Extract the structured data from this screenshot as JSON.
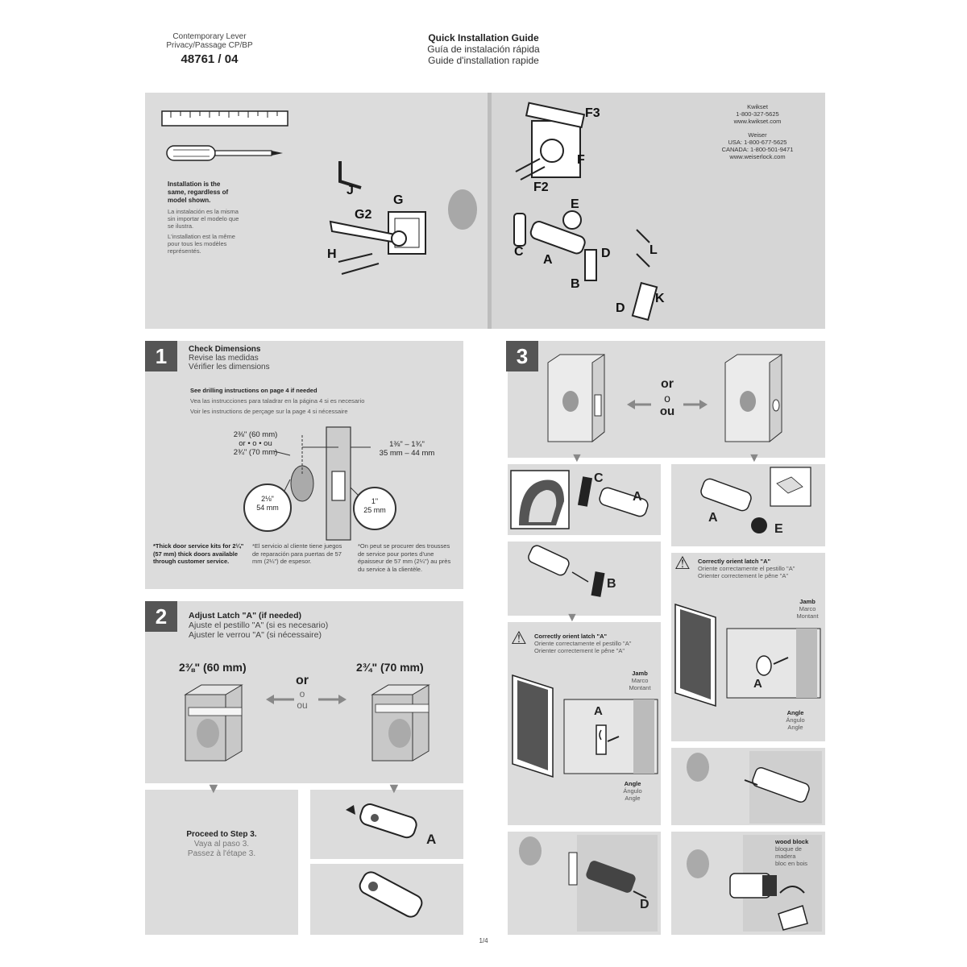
{
  "header": {
    "product_line1": "Contemporary Lever",
    "product_line2": "Privacy/Passage CP/BP",
    "model_number": "48761 / 04",
    "title_en": "Quick Installation Guide",
    "title_es": "Guía de instalación rápida",
    "title_fr": "Guide d'installation rapide"
  },
  "overview": {
    "note_en": "Installation is the same, regardless of model shown.",
    "note_es": "La instalación es la misma sin importar el modelo que se ilustra.",
    "note_fr": "L'installation est la même pour tous les modèles représentés.",
    "part_labels": [
      "J",
      "G",
      "G2",
      "H",
      "F3",
      "F",
      "F2",
      "E",
      "C",
      "A",
      "D",
      "B",
      "L",
      "D",
      "K"
    ],
    "contact_brand1": "Kwikset",
    "contact_phone1": "1-800-327-5625",
    "contact_web1": "www.kwikset.com",
    "contact_brand2": "Weiser",
    "contact_usa": "USA: 1-800-677-5625",
    "contact_canada": "CANADA: 1-800-501-9471",
    "contact_web2": "www.weiserlock.com"
  },
  "step1": {
    "number": "1",
    "title_en": "Check Dimensions",
    "title_es": "Revise las medidas",
    "title_fr": "Vérifier les dimensions",
    "drill_en": "See drilling instructions on page 4 if needed",
    "drill_es": "Vea las instrucciones para taladrar en la página 4 si es necesario",
    "drill_fr": "Voir les instructions de perçage sur la page 4 si nécessaire",
    "backset_a": "2⅜\" (60 mm)",
    "backset_or": "or • o • ou",
    "backset_b": "2¾\" (70 mm)",
    "thickness_in": "1⅜\" – 1¾\"",
    "thickness_mm": "35 mm – 44 mm",
    "bore_in": "2⅛\"",
    "bore_mm": "54 mm",
    "edge_in": "1\"",
    "edge_mm": "25 mm",
    "note_en": "*Thick door service kits for 2¼\" (57 mm) thick doors available through customer service.",
    "note_es": "*El servicio al cliente tiene juegos de reparación para puertas de 57 mm (2¼\") de espesor.",
    "note_fr": "*On peut se procurer des trousses de service pour portes d'une épaisseur de 57 mm (2¼\") au près du service à la clientèle."
  },
  "step2": {
    "number": "2",
    "title_en": "Adjust Latch \"A\" (if needed)",
    "title_es": "Ajuste el pestillo \"A\" (si es necesario)",
    "title_fr": "Ajuster le verrou \"A\" (si nécessaire)",
    "size_left": "2⅜\" (60 mm)",
    "size_right": "2¾\" (70 mm)",
    "or_en": "or",
    "or_es": "o",
    "or_fr": "ou",
    "proceed_en": "Proceed to Step 3.",
    "proceed_es": "Vaya al paso 3.",
    "proceed_fr": "Passez à l'étape 3.",
    "label_a": "A"
  },
  "step3": {
    "number": "3",
    "or_en": "or",
    "or_es": "o",
    "or_fr": "ou",
    "label_c": "C",
    "label_a": "A",
    "label_e": "E",
    "label_b": "B",
    "label_d": "D",
    "orient_en": "Correctly orient latch \"A\"",
    "orient_es": "Oriente correctamente el pestillo \"A\"",
    "orient_fr": "Orienter correctement le pêne \"A\"",
    "jamb_en": "Jamb",
    "jamb_es": "Marco",
    "jamb_fr": "Montant",
    "angle_en": "Angle",
    "angle_es": "Ángulo",
    "angle_fr": "Angle",
    "wood_en": "wood block",
    "wood_es": "bloque de madera",
    "wood_fr": "bloc en bois"
  },
  "footer": {
    "page": "1/4"
  }
}
